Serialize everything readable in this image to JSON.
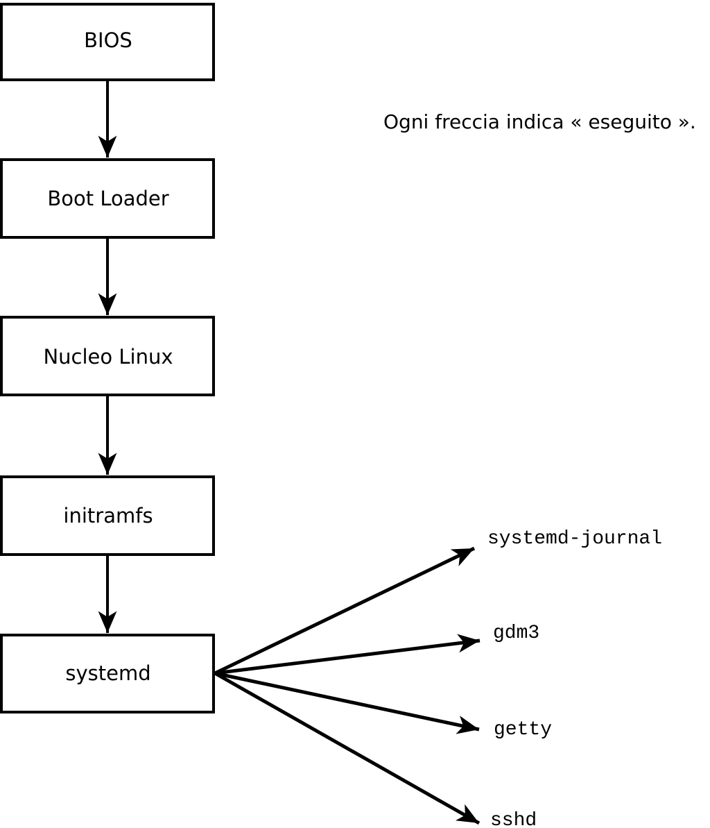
{
  "diagram": {
    "title_caption": "Ogni freccia indica « eseguito ».",
    "colors": {
      "background": "#ffffff",
      "stroke": "#000000",
      "box_fill": "#ffffff",
      "text": "#000000"
    },
    "boot_chain": [
      {
        "label": "BIOS"
      },
      {
        "label": "Boot Loader"
      },
      {
        "label": "Nucleo Linux"
      },
      {
        "label": "initramfs"
      },
      {
        "label": "systemd"
      }
    ],
    "spawned_services": [
      {
        "label": "systemd-journal"
      },
      {
        "label": "gdm3"
      },
      {
        "label": "getty"
      },
      {
        "label": "sshd"
      }
    ],
    "edges": {
      "meaning": "eseguito",
      "chain_arrows": [
        "BIOS->Boot Loader",
        "Boot Loader->Nucleo Linux",
        "Nucleo Linux->initramfs",
        "initramfs->systemd"
      ],
      "fan_arrows": [
        "systemd->systemd-journal",
        "systemd->gdm3",
        "systemd->getty",
        "systemd->sshd"
      ]
    }
  }
}
